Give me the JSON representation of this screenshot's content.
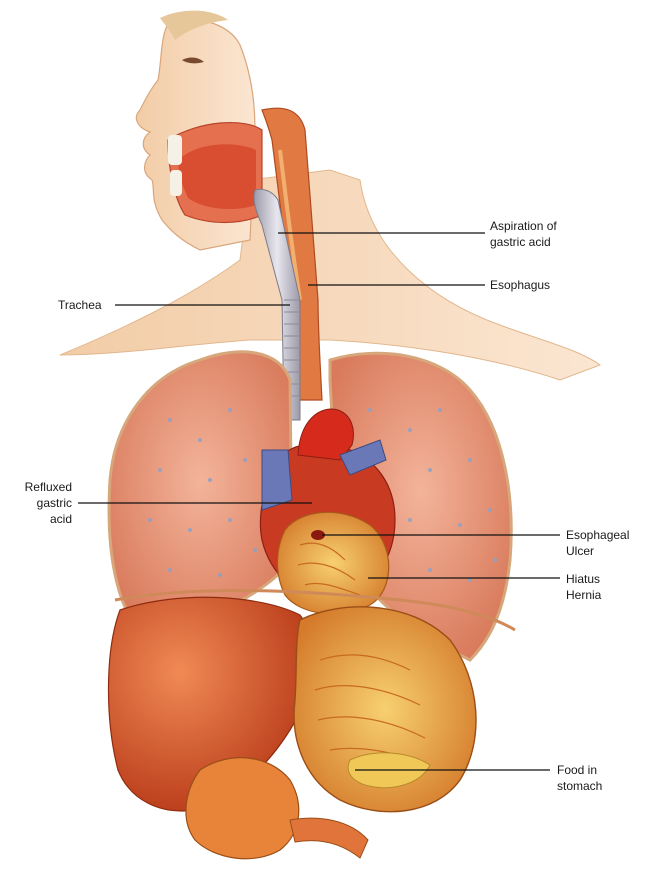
{
  "labels": {
    "aspiration": [
      "Aspiration of",
      "gastric acid"
    ],
    "esophagus": [
      "Esophagus"
    ],
    "trachea": [
      "Trachea"
    ],
    "refluxed": [
      "Refluxed",
      "gastric",
      "acid"
    ],
    "ulcer": [
      "Esophageal",
      "Ulcer"
    ],
    "hiatus": [
      "Hiatus",
      "Hernia"
    ],
    "food": [
      "Food in",
      "stomach"
    ]
  },
  "colors": {
    "skin": "#f6dcc0",
    "lung": "#e8957a",
    "organ_red": "#d65a2c",
    "liver": "#d24a22",
    "stomach": "#e8a040",
    "heart": "#c22a1e",
    "vessel_blue": "#6a78b8",
    "trachea": "#c9c7d2"
  }
}
